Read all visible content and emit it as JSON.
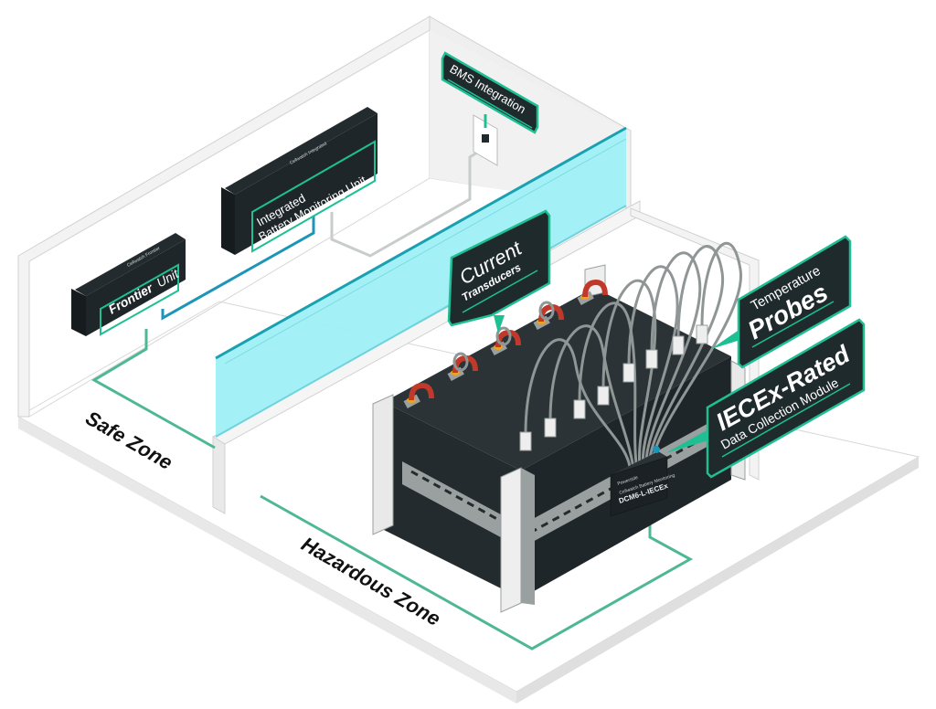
{
  "diagram": {
    "title": "Battery monitoring system layout across safe and hazardous zones",
    "colors": {
      "label_bg": "#1f2a2d",
      "label_border": "#1fbf94",
      "wire_safe": "#4db893",
      "wire_data": "#1c95b8",
      "wire_bms": "#c8cccb",
      "barrier_glass": "#9ef0f5",
      "barrier_edge": "#1aa0b0",
      "battery_body": "#242b2e",
      "busbar": "#c0392b",
      "terminal": "#f0a020",
      "floor": "#ffffff",
      "wall": "#eeeeee"
    },
    "zones": {
      "safe": "Safe Zone",
      "hazardous": "Hazardous Zone"
    },
    "labels": {
      "bms": "BMS Integration",
      "ibmu_line1": "Integrated",
      "ibmu_line2": "Battery Monitoring Unit",
      "frontier_bold": "Frontier",
      "frontier_light": "Unit",
      "current_line1": "Current",
      "current_line2": "Transducers",
      "temp_line1": "Temperature",
      "temp_line2": "Probes",
      "iecex_line1": "IECEx-Rated",
      "iecex_line2": "Data Collection Module"
    },
    "devices": {
      "dcm_model": "DCM6-L-IECEx",
      "dcm_brand": "Powerside",
      "dcm_sub": "Cellwatch Battery Monitoring",
      "frontier_brand": "Cellwatch Frontier",
      "ibmu_brand": "Cellwatch Integrated"
    },
    "components": [
      {
        "name": "BMS Integration",
        "zone": "safe"
      },
      {
        "name": "Integrated Battery Monitoring Unit",
        "zone": "safe"
      },
      {
        "name": "Frontier Unit",
        "zone": "safe"
      },
      {
        "name": "Current Transducers",
        "zone": "hazardous"
      },
      {
        "name": "Temperature Probes",
        "zone": "hazardous"
      },
      {
        "name": "IECEx-Rated Data Collection Module",
        "zone": "hazardous"
      }
    ]
  }
}
